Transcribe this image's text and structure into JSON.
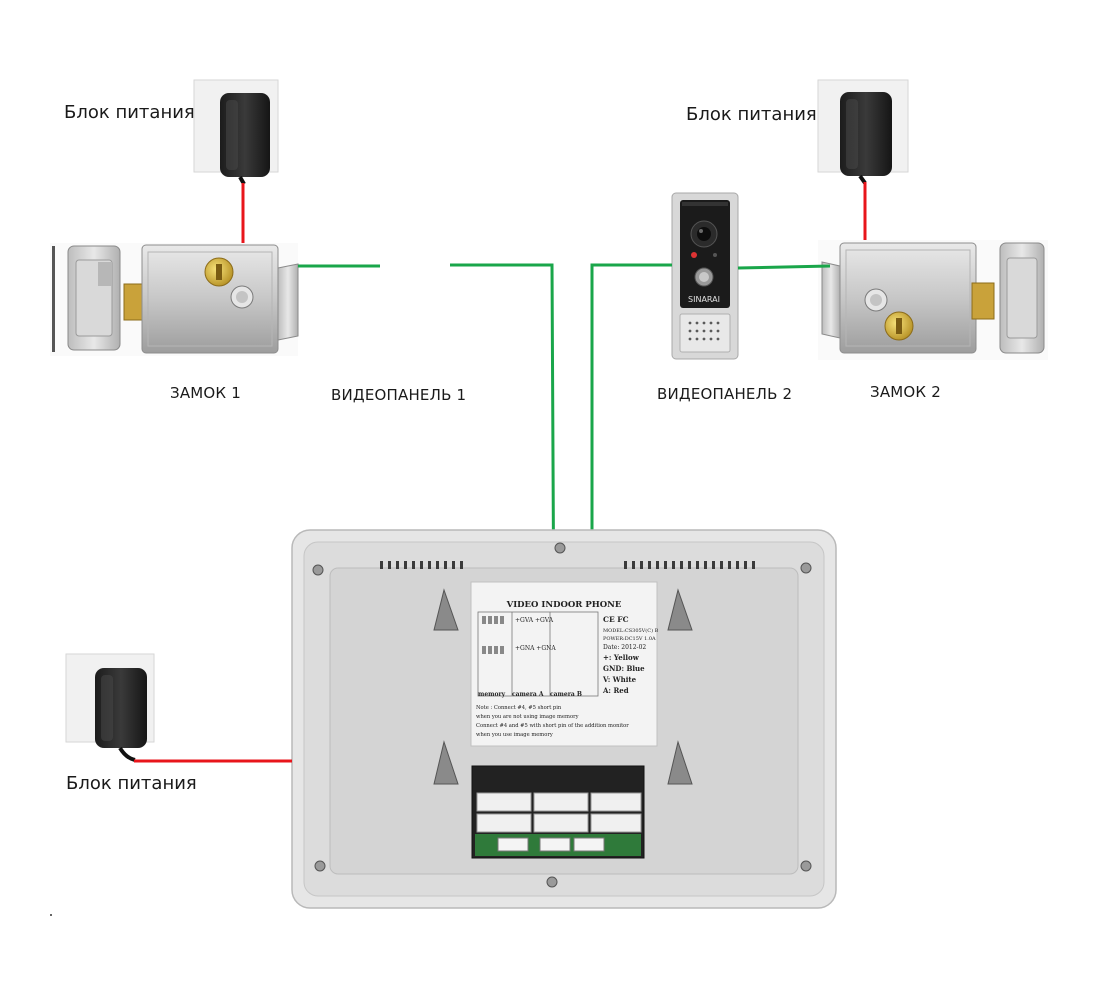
{
  "labels": {
    "psu_left_top": "Блок питания",
    "psu_right_top": "Блок питания",
    "psu_monitor": "Блок питания",
    "lock1": "ЗАМОК 1",
    "lock2": "ЗАМОК 2",
    "panel1": "ВИДЕОПАНЕЛЬ 1",
    "panel2": "ВИДЕОПАНЕЛЬ 2"
  },
  "doorbell": {
    "brand": "SINARAI"
  },
  "sticker": {
    "title": "VIDEO INDOOR PHONE",
    "cert": "CE FC",
    "model": "MODEL:CS305V(C) B",
    "power": "POWER:DC15V 1.0A",
    "date": "Date: 2012-02",
    "legend": [
      "+: Yellow",
      "GND: Blue",
      "V: White",
      "A: Red"
    ],
    "terms_top": "+GVA  +GVA",
    "terms_mid": "+GNA  +GNA",
    "bottom_labels": [
      "memory",
      "camera A",
      "camera B"
    ],
    "notes": [
      "Note : Connect #4, #5 short pin",
      "when you are not using image memory",
      "Connect #4 and #5 with short pin of the addition monitor",
      "when you use image memory"
    ]
  },
  "colors": {
    "power_wire": "#e8151b",
    "signal_wire": "#1aa64a",
    "background": "#ffffff"
  }
}
